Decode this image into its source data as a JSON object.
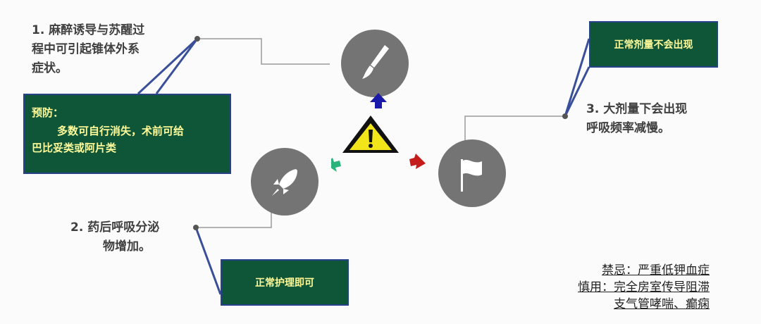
{
  "note1": [
    "1. 麻醉诱导与苏醒过",
    "程中可引起锥体外系",
    "症状。"
  ],
  "note2": [
    "2. 药后呼吸分泌",
    "物增加。"
  ],
  "note3": [
    "3. 大剂量下会出现",
    "呼吸频率减慢。"
  ],
  "prevent_box": {
    "title": "预防：",
    "line1": "多数可自行消失，术前可给",
    "line2": "巴比妥类或阿片类"
  },
  "box_top_right": "正常剂量不会出现",
  "box_bottom": "正常护理即可",
  "contra": [
    "禁忌：严重低钾血症",
    "慎用：完全房室传导阻滞",
    "支气管哮喘、癫痫"
  ],
  "icons": {
    "top": "brush-icon",
    "left": "rocket-icon",
    "right": "flag-icon",
    "center": "warning-icon"
  },
  "colors": {
    "box_green": "#0e5637",
    "box_border": "#27428a",
    "box_text": "#fffb9a",
    "arrow_up": "#1a1aa8",
    "arrow_left": "#2ab37a",
    "arrow_right": "#c41b1b",
    "circle_gray": "#747474"
  }
}
